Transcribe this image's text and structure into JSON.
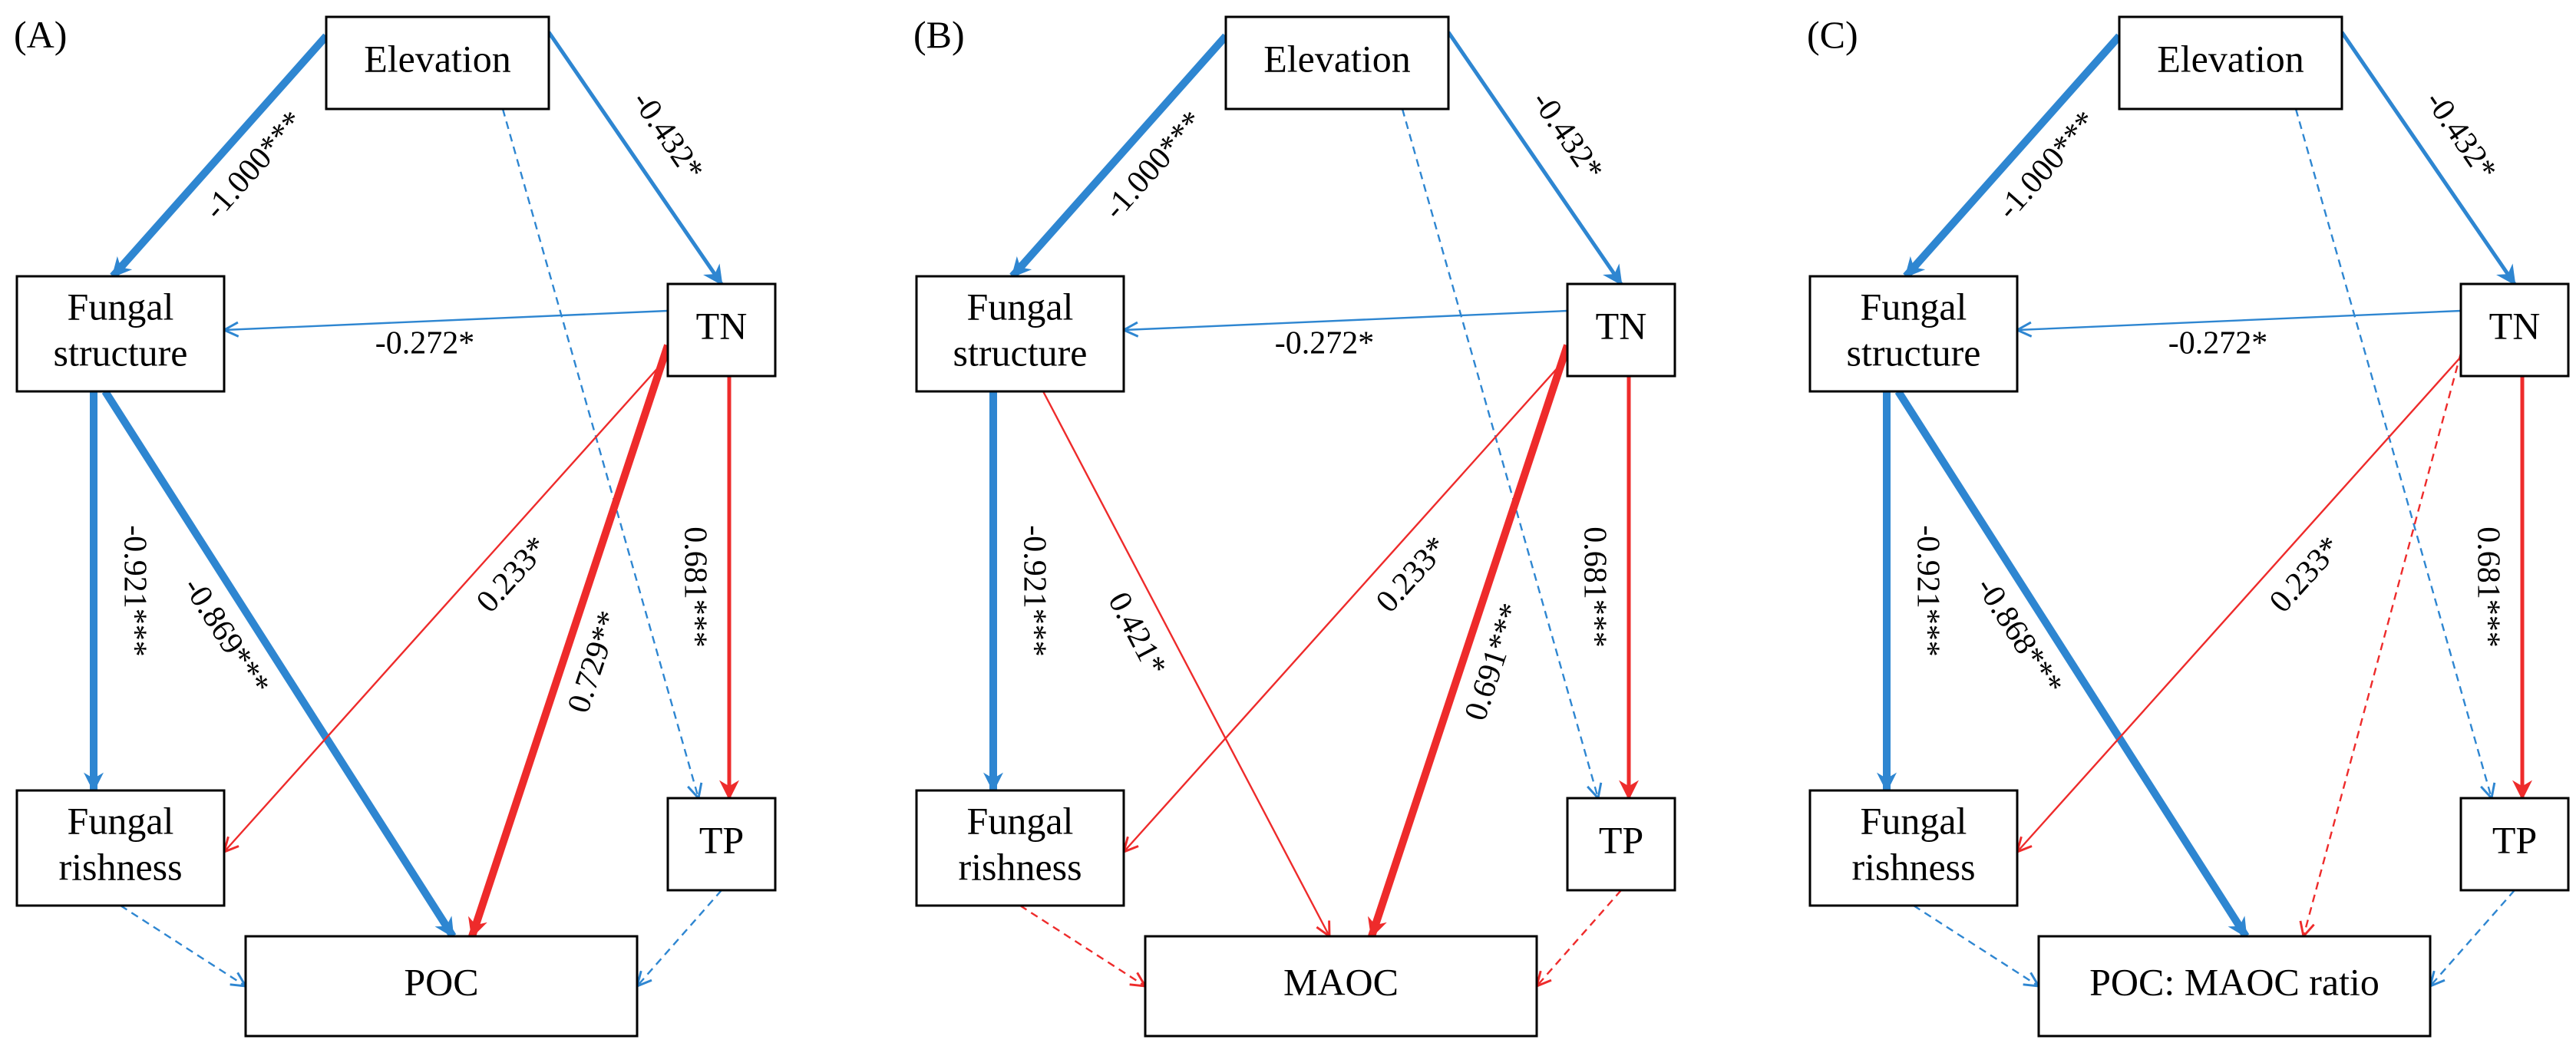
{
  "panels": [
    {
      "label": "(A)",
      "nodes": {
        "elevation": [
          "Elevation"
        ],
        "fungal_structure": [
          "Fungal",
          "structure"
        ],
        "tn": [
          "TN"
        ],
        "fungal_richness": [
          "Fungal",
          "rishness"
        ],
        "tp": [
          "TP"
        ],
        "response": [
          "POC"
        ]
      },
      "paths": [
        {
          "from": "elevation",
          "to": "fungal_structure",
          "coef": "-1.000***",
          "sign": "negative",
          "style": "solid",
          "weight": "thick"
        },
        {
          "from": "elevation",
          "to": "tn",
          "coef": "-0.432*",
          "sign": "negative",
          "style": "solid",
          "weight": "medium"
        },
        {
          "from": "elevation",
          "to": "tp",
          "coef": "",
          "sign": "negative",
          "style": "dashed",
          "weight": "thin"
        },
        {
          "from": "tn",
          "to": "fungal_structure",
          "coef": "-0.272*",
          "sign": "negative",
          "style": "solid",
          "weight": "thin"
        },
        {
          "from": "fungal_structure",
          "to": "fungal_richness",
          "coef": "-0.921***",
          "sign": "negative",
          "style": "solid",
          "weight": "thick"
        },
        {
          "from": "fungal_structure",
          "to": "response",
          "coef": "-0.869***",
          "sign": "negative",
          "style": "solid",
          "weight": "thick"
        },
        {
          "from": "tn",
          "to": "fungal_richness",
          "coef": "0.233*",
          "sign": "positive",
          "style": "solid",
          "weight": "thin"
        },
        {
          "from": "tn",
          "to": "response",
          "coef": "0.729**",
          "sign": "positive",
          "style": "solid",
          "weight": "thick"
        },
        {
          "from": "tn",
          "to": "tp",
          "coef": "0.681***",
          "sign": "positive",
          "style": "solid",
          "weight": "medium"
        },
        {
          "from": "fungal_richness",
          "to": "response",
          "coef": "",
          "sign": "negative",
          "style": "dashed",
          "weight": "thin"
        },
        {
          "from": "tp",
          "to": "response",
          "coef": "",
          "sign": "negative",
          "style": "dashed",
          "weight": "thin"
        }
      ]
    },
    {
      "label": "(B)",
      "nodes": {
        "elevation": [
          "Elevation"
        ],
        "fungal_structure": [
          "Fungal",
          "structure"
        ],
        "tn": [
          "TN"
        ],
        "fungal_richness": [
          "Fungal",
          "rishness"
        ],
        "tp": [
          "TP"
        ],
        "response": [
          "MAOC"
        ]
      },
      "paths": [
        {
          "from": "elevation",
          "to": "fungal_structure",
          "coef": "-1.000***",
          "sign": "negative",
          "style": "solid",
          "weight": "thick"
        },
        {
          "from": "elevation",
          "to": "tn",
          "coef": "-0.432*",
          "sign": "negative",
          "style": "solid",
          "weight": "medium"
        },
        {
          "from": "elevation",
          "to": "tp",
          "coef": "",
          "sign": "negative",
          "style": "dashed",
          "weight": "thin"
        },
        {
          "from": "tn",
          "to": "fungal_structure",
          "coef": "-0.272*",
          "sign": "negative",
          "style": "solid",
          "weight": "thin"
        },
        {
          "from": "fungal_structure",
          "to": "fungal_richness",
          "coef": "-0.921***",
          "sign": "negative",
          "style": "solid",
          "weight": "thick"
        },
        {
          "from": "fungal_structure",
          "to": "response",
          "coef": "0.421*",
          "sign": "positive",
          "style": "solid",
          "weight": "thin"
        },
        {
          "from": "tn",
          "to": "fungal_richness",
          "coef": "0.233*",
          "sign": "positive",
          "style": "solid",
          "weight": "thin"
        },
        {
          "from": "tn",
          "to": "response",
          "coef": "0.691***",
          "sign": "positive",
          "style": "solid",
          "weight": "thick"
        },
        {
          "from": "tn",
          "to": "tp",
          "coef": "0.681***",
          "sign": "positive",
          "style": "solid",
          "weight": "medium"
        },
        {
          "from": "fungal_richness",
          "to": "response",
          "coef": "",
          "sign": "positive",
          "style": "dashed",
          "weight": "thin"
        },
        {
          "from": "tp",
          "to": "response",
          "coef": "",
          "sign": "positive",
          "style": "dashed",
          "weight": "thin"
        }
      ]
    },
    {
      "label": "(C)",
      "nodes": {
        "elevation": [
          "Elevation"
        ],
        "fungal_structure": [
          "Fungal",
          "structure"
        ],
        "tn": [
          "TN"
        ],
        "fungal_richness": [
          "Fungal",
          "rishness"
        ],
        "tp": [
          "TP"
        ],
        "response": [
          "POC: MAOC ratio"
        ]
      },
      "paths": [
        {
          "from": "elevation",
          "to": "fungal_structure",
          "coef": "-1.000***",
          "sign": "negative",
          "style": "solid",
          "weight": "thick"
        },
        {
          "from": "elevation",
          "to": "tn",
          "coef": "-0.432*",
          "sign": "negative",
          "style": "solid",
          "weight": "medium"
        },
        {
          "from": "elevation",
          "to": "tp",
          "coef": "",
          "sign": "negative",
          "style": "dashed",
          "weight": "thin"
        },
        {
          "from": "tn",
          "to": "fungal_structure",
          "coef": "-0.272*",
          "sign": "negative",
          "style": "solid",
          "weight": "thin"
        },
        {
          "from": "fungal_structure",
          "to": "fungal_richness",
          "coef": "-0.921***",
          "sign": "negative",
          "style": "solid",
          "weight": "thick"
        },
        {
          "from": "fungal_structure",
          "to": "response",
          "coef": "-0.868***",
          "sign": "negative",
          "style": "solid",
          "weight": "thick"
        },
        {
          "from": "tn",
          "to": "fungal_richness",
          "coef": "0.233*",
          "sign": "positive",
          "style": "solid",
          "weight": "thin"
        },
        {
          "from": "tn",
          "to": "response",
          "coef": "",
          "sign": "positive",
          "style": "dashed",
          "weight": "thin"
        },
        {
          "from": "tn",
          "to": "tp",
          "coef": "0.681***",
          "sign": "positive",
          "style": "solid",
          "weight": "medium"
        },
        {
          "from": "fungal_richness",
          "to": "response",
          "coef": "",
          "sign": "negative",
          "style": "dashed",
          "weight": "thin"
        },
        {
          "from": "tp",
          "to": "response",
          "coef": "",
          "sign": "negative",
          "style": "dashed",
          "weight": "thin"
        }
      ]
    }
  ],
  "colors": {
    "negative": "#2e86d1",
    "positive": "#ee2b2b",
    "node_border": "#000000",
    "text": "#000000"
  }
}
